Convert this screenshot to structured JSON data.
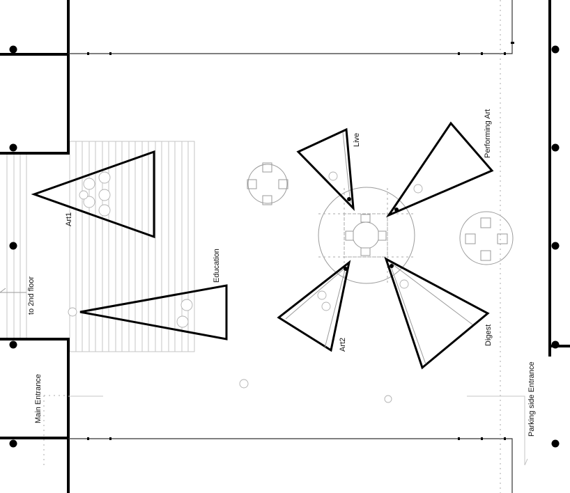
{
  "diagram": {
    "type": "architectural-floor-plan",
    "zones": [
      {
        "id": "art1",
        "label": "Art1"
      },
      {
        "id": "education",
        "label": "Education"
      },
      {
        "id": "live",
        "label": "Live"
      },
      {
        "id": "performing-art",
        "label": "Performing Art"
      },
      {
        "id": "art2",
        "label": "Art2"
      },
      {
        "id": "digest",
        "label": "Digest"
      }
    ],
    "annotations": {
      "stairs": "to 2nd floor",
      "main_entrance": "Main Entrance",
      "parking_entrance": "Parking side Entrance"
    },
    "furniture": {
      "round_tables": 3,
      "central_table_seats": 4,
      "side_table_seats": 4
    },
    "colors": {
      "walls": "#000000",
      "furniture": "#9a9a9a",
      "background": "#ffffff"
    }
  }
}
